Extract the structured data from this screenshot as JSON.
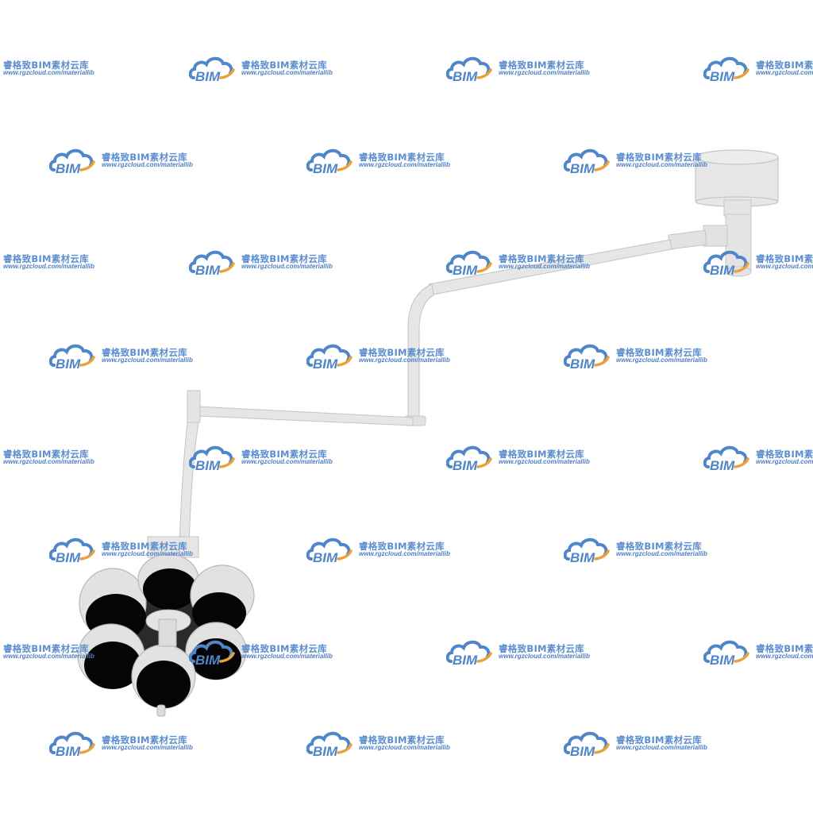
{
  "watermark": {
    "logo_text": "BIM",
    "title": "睿格致BIM素材云库",
    "url": "www.rgzcloud.com/materiallib",
    "logo_blue": "#4f86c9",
    "logo_orange": "#e9a23b"
  },
  "colors": {
    "background": "#ffffff",
    "fixture_body": "#e6e6e6",
    "fixture_edge": "#c4c4c4",
    "lamp_lens": "#050505"
  },
  "icons": [
    "cloud-logo-icon"
  ]
}
